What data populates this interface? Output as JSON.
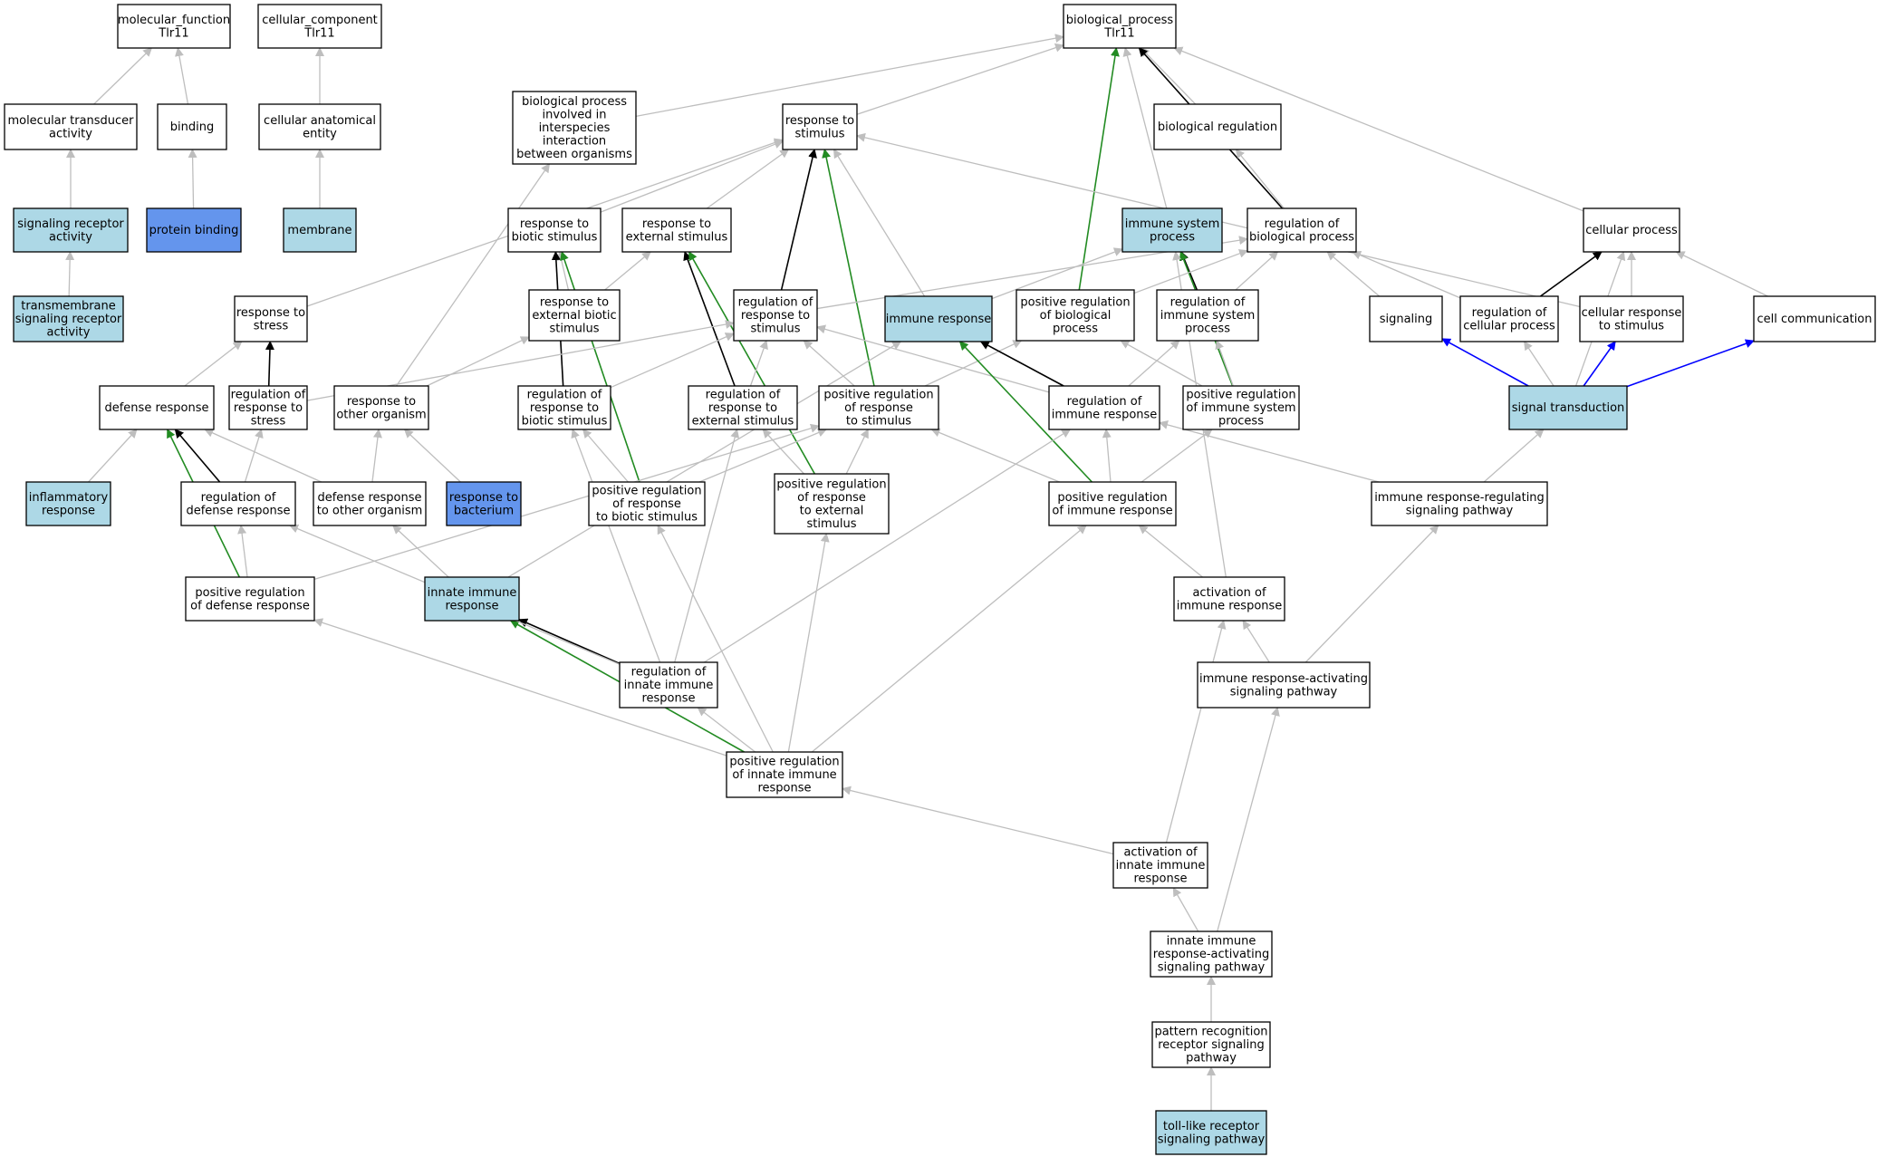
{
  "colors": {
    "default_fill": "#ffffff",
    "annotated_fill": "#add8e6",
    "highlight_fill": "#6495ed",
    "stroke": "#000000",
    "edge_is_a": "#bebebe",
    "edge_regulates": "#000000",
    "edge_positively_regulates": "#228b22",
    "edge_part_of": "#0000ff"
  },
  "nodes": [
    {
      "id": "mf",
      "lines": [
        "molecular_function",
        "Tlr11"
      ],
      "fill": "white"
    },
    {
      "id": "cc",
      "lines": [
        "cellular_component",
        "Tlr11"
      ],
      "fill": "white"
    },
    {
      "id": "bp",
      "lines": [
        "biological_process",
        "Tlr11"
      ],
      "fill": "white"
    },
    {
      "id": "mta",
      "lines": [
        "molecular transducer",
        "activity"
      ],
      "fill": "white"
    },
    {
      "id": "binding",
      "lines": [
        "binding"
      ],
      "fill": "white"
    },
    {
      "id": "cae",
      "lines": [
        "cellular anatomical",
        "entity"
      ],
      "fill": "white"
    },
    {
      "id": "bpinter",
      "lines": [
        "biological process",
        "involved in",
        "interspecies",
        "interaction",
        "between organisms"
      ],
      "fill": "white"
    },
    {
      "id": "rstim",
      "lines": [
        "response to",
        "stimulus"
      ],
      "fill": "white"
    },
    {
      "id": "bioreg",
      "lines": [
        "biological regulation"
      ],
      "fill": "white"
    },
    {
      "id": "sra",
      "lines": [
        "signaling receptor",
        "activity"
      ],
      "fill": "annotated"
    },
    {
      "id": "pb",
      "lines": [
        "protein binding"
      ],
      "fill": "highlight"
    },
    {
      "id": "membrane",
      "lines": [
        "membrane"
      ],
      "fill": "annotated"
    },
    {
      "id": "rbiotic",
      "lines": [
        "response to",
        "biotic stimulus"
      ],
      "fill": "white"
    },
    {
      "id": "rext",
      "lines": [
        "response to",
        "external stimulus"
      ],
      "fill": "white"
    },
    {
      "id": "isp",
      "lines": [
        "immune system",
        "process"
      ],
      "fill": "annotated"
    },
    {
      "id": "regbp",
      "lines": [
        "regulation of",
        "biological process"
      ],
      "fill": "white"
    },
    {
      "id": "cellproc",
      "lines": [
        "cellular process"
      ],
      "fill": "white"
    },
    {
      "id": "tsra",
      "lines": [
        "transmembrane",
        "signaling receptor",
        "activity"
      ],
      "fill": "annotated"
    },
    {
      "id": "rstress",
      "lines": [
        "response to",
        "stress"
      ],
      "fill": "white"
    },
    {
      "id": "rextbiotic",
      "lines": [
        "response to",
        "external biotic",
        "stimulus"
      ],
      "fill": "white"
    },
    {
      "id": "regrstim",
      "lines": [
        "regulation of",
        "response to",
        "stimulus"
      ],
      "fill": "white"
    },
    {
      "id": "ir",
      "lines": [
        "immune response"
      ],
      "fill": "annotated"
    },
    {
      "id": "posregbp",
      "lines": [
        "positive regulation",
        "of biological",
        "process"
      ],
      "fill": "white"
    },
    {
      "id": "regisp",
      "lines": [
        "regulation of",
        "immune system",
        "process"
      ],
      "fill": "white"
    },
    {
      "id": "signaling",
      "lines": [
        "signaling"
      ],
      "fill": "white"
    },
    {
      "id": "regcp",
      "lines": [
        "regulation of",
        "cellular process"
      ],
      "fill": "white"
    },
    {
      "id": "crs",
      "lines": [
        "cellular response",
        "to stimulus"
      ],
      "fill": "white"
    },
    {
      "id": "cellcomm",
      "lines": [
        "cell communication"
      ],
      "fill": "white"
    },
    {
      "id": "defresp",
      "lines": [
        "defense response"
      ],
      "fill": "white"
    },
    {
      "id": "regrstress",
      "lines": [
        "regulation of",
        "response to",
        "stress"
      ],
      "fill": "white"
    },
    {
      "id": "rother",
      "lines": [
        "response to",
        "other organism"
      ],
      "fill": "white"
    },
    {
      "id": "regrbiotic",
      "lines": [
        "regulation of",
        "response to",
        "biotic stimulus"
      ],
      "fill": "white"
    },
    {
      "id": "regrext",
      "lines": [
        "regulation of",
        "response to",
        "external stimulus"
      ],
      "fill": "white"
    },
    {
      "id": "posregrstim",
      "lines": [
        "positive regulation",
        "of response",
        "to stimulus"
      ],
      "fill": "white"
    },
    {
      "id": "regir",
      "lines": [
        "regulation of",
        "immune response"
      ],
      "fill": "white"
    },
    {
      "id": "posregisp",
      "lines": [
        "positive regulation",
        "of immune system",
        "process"
      ],
      "fill": "white"
    },
    {
      "id": "st",
      "lines": [
        "signal transduction"
      ],
      "fill": "annotated"
    },
    {
      "id": "inflam",
      "lines": [
        "inflammatory",
        "response"
      ],
      "fill": "annotated"
    },
    {
      "id": "regdef",
      "lines": [
        "regulation of",
        "defense response"
      ],
      "fill": "white"
    },
    {
      "id": "defother",
      "lines": [
        "defense response",
        "to other organism"
      ],
      "fill": "white"
    },
    {
      "id": "rbact",
      "lines": [
        "response to",
        "bacterium"
      ],
      "fill": "highlight"
    },
    {
      "id": "posregrbiotic",
      "lines": [
        "positive regulation",
        "of response",
        "to biotic stimulus"
      ],
      "fill": "white"
    },
    {
      "id": "posregrext",
      "lines": [
        "positive regulation",
        "of response",
        "to external",
        "stimulus"
      ],
      "fill": "white"
    },
    {
      "id": "posregir",
      "lines": [
        "positive regulation",
        "of immune response"
      ],
      "fill": "white"
    },
    {
      "id": "irrsp",
      "lines": [
        "immune response-regulating",
        "signaling pathway"
      ],
      "fill": "white"
    },
    {
      "id": "posregdef",
      "lines": [
        "positive regulation",
        "of defense response"
      ],
      "fill": "white"
    },
    {
      "id": "iir",
      "lines": [
        "innate immune",
        "response"
      ],
      "fill": "annotated"
    },
    {
      "id": "actir",
      "lines": [
        "activation of",
        "immune response"
      ],
      "fill": "white"
    },
    {
      "id": "regiir",
      "lines": [
        "regulation of",
        "innate immune",
        "response"
      ],
      "fill": "white"
    },
    {
      "id": "irasp",
      "lines": [
        "immune response-activating",
        "signaling pathway"
      ],
      "fill": "white"
    },
    {
      "id": "posregiir",
      "lines": [
        "positive regulation",
        "of innate immune",
        "response"
      ],
      "fill": "white"
    },
    {
      "id": "actiir",
      "lines": [
        "activation of",
        "innate immune",
        "response"
      ],
      "fill": "white"
    },
    {
      "id": "iirasp",
      "lines": [
        "innate immune",
        "response-activating",
        "signaling pathway"
      ],
      "fill": "white"
    },
    {
      "id": "prrsp",
      "lines": [
        "pattern recognition",
        "receptor signaling",
        "pathway"
      ],
      "fill": "white"
    },
    {
      "id": "tlrsp",
      "lines": [
        "toll-like receptor",
        "signaling pathway"
      ],
      "fill": "annotated"
    }
  ],
  "edges": [
    {
      "from": "mta",
      "to": "mf",
      "type": "is_a"
    },
    {
      "from": "binding",
      "to": "mf",
      "type": "is_a"
    },
    {
      "from": "sra",
      "to": "mta",
      "type": "is_a"
    },
    {
      "from": "pb",
      "to": "binding",
      "type": "is_a"
    },
    {
      "from": "tsra",
      "to": "sra",
      "type": "is_a"
    },
    {
      "from": "cae",
      "to": "cc",
      "type": "is_a"
    },
    {
      "from": "membrane",
      "to": "cae",
      "type": "is_a"
    },
    {
      "from": "bpinter",
      "to": "bp",
      "type": "is_a"
    },
    {
      "from": "rstim",
      "to": "bp",
      "type": "is_a"
    },
    {
      "from": "bioreg",
      "to": "bp",
      "type": "is_a"
    },
    {
      "from": "isp",
      "to": "bp",
      "type": "is_a"
    },
    {
      "from": "regbp",
      "to": "bp",
      "type": "regulates"
    },
    {
      "from": "cellproc",
      "to": "bp",
      "type": "is_a"
    },
    {
      "from": "posregbp",
      "to": "bp",
      "type": "positively_regulates"
    },
    {
      "from": "regbp",
      "to": "bioreg",
      "type": "is_a"
    },
    {
      "from": "rbiotic",
      "to": "rstim",
      "type": "is_a"
    },
    {
      "from": "rext",
      "to": "rstim",
      "type": "is_a"
    },
    {
      "from": "rstress",
      "to": "rstim",
      "type": "is_a"
    },
    {
      "from": "ir",
      "to": "rstim",
      "type": "is_a"
    },
    {
      "from": "crs",
      "to": "rstim",
      "type": "is_a"
    },
    {
      "from": "regrstim",
      "to": "rstim",
      "type": "regulates"
    },
    {
      "from": "posregrstim",
      "to": "rstim",
      "type": "positively_regulates"
    },
    {
      "from": "rextbiotic",
      "to": "rbiotic",
      "type": "is_a"
    },
    {
      "from": "rextbiotic",
      "to": "rext",
      "type": "is_a"
    },
    {
      "from": "rother",
      "to": "rextbiotic",
      "type": "is_a"
    },
    {
      "from": "rother",
      "to": "bpinter",
      "type": "is_a"
    },
    {
      "from": "regrbiotic",
      "to": "rbiotic",
      "type": "regulates"
    },
    {
      "from": "posregrbiotic",
      "to": "rbiotic",
      "type": "positively_regulates"
    },
    {
      "from": "regrext",
      "to": "rext",
      "type": "regulates"
    },
    {
      "from": "posregrext",
      "to": "rext",
      "type": "positively_regulates"
    },
    {
      "from": "ir",
      "to": "isp",
      "type": "is_a"
    },
    {
      "from": "regisp",
      "to": "isp",
      "type": "regulates"
    },
    {
      "from": "posregisp",
      "to": "isp",
      "type": "positively_regulates"
    },
    {
      "from": "regrstim",
      "to": "regbp",
      "type": "is_a"
    },
    {
      "from": "posregbp",
      "to": "regbp",
      "type": "is_a"
    },
    {
      "from": "regisp",
      "to": "regbp",
      "type": "is_a"
    },
    {
      "from": "signaling",
      "to": "regbp",
      "type": "is_a"
    },
    {
      "from": "regcp",
      "to": "regbp",
      "type": "is_a"
    },
    {
      "from": "actir",
      "to": "isp",
      "type": "is_a"
    },
    {
      "from": "regcp",
      "to": "cellproc",
      "type": "regulates"
    },
    {
      "from": "crs",
      "to": "cellproc",
      "type": "is_a"
    },
    {
      "from": "cellcomm",
      "to": "cellproc",
      "type": "is_a"
    },
    {
      "from": "st",
      "to": "cellproc",
      "type": "is_a"
    },
    {
      "from": "st",
      "to": "signaling",
      "type": "part_of"
    },
    {
      "from": "st",
      "to": "regcp",
      "type": "is_a"
    },
    {
      "from": "st",
      "to": "crs",
      "type": "part_of"
    },
    {
      "from": "st",
      "to": "cellcomm",
      "type": "part_of"
    },
    {
      "from": "defresp",
      "to": "rstress",
      "type": "is_a"
    },
    {
      "from": "regrstress",
      "to": "rstress",
      "type": "regulates"
    },
    {
      "from": "regrstress",
      "to": "regrstim",
      "type": "is_a"
    },
    {
      "from": "inflam",
      "to": "defresp",
      "type": "is_a"
    },
    {
      "from": "regdef",
      "to": "defresp",
      "type": "regulates"
    },
    {
      "from": "defother",
      "to": "defresp",
      "type": "is_a"
    },
    {
      "from": "posregdef",
      "to": "defresp",
      "type": "positively_regulates"
    },
    {
      "from": "regdef",
      "to": "regrstress",
      "type": "is_a"
    },
    {
      "from": "defother",
      "to": "rother",
      "type": "is_a"
    },
    {
      "from": "rbact",
      "to": "rother",
      "type": "is_a"
    },
    {
      "from": "iir",
      "to": "defother",
      "type": "is_a"
    },
    {
      "from": "regrbiotic",
      "to": "regrstim",
      "type": "is_a"
    },
    {
      "from": "regrext",
      "to": "regrstim",
      "type": "is_a"
    },
    {
      "from": "posregrstim",
      "to": "regrstim",
      "type": "is_a"
    },
    {
      "from": "regir",
      "to": "regrstim",
      "type": "is_a"
    },
    {
      "from": "posregrstim",
      "to": "posregbp",
      "type": "is_a"
    },
    {
      "from": "regir",
      "to": "ir",
      "type": "regulates"
    },
    {
      "from": "posregir",
      "to": "ir",
      "type": "positively_regulates"
    },
    {
      "from": "regir",
      "to": "regisp",
      "type": "is_a"
    },
    {
      "from": "posregisp",
      "to": "regisp",
      "type": "is_a"
    },
    {
      "from": "posregisp",
      "to": "posregbp",
      "type": "is_a"
    },
    {
      "from": "posregrbiotic",
      "to": "regrbiotic",
      "type": "is_a"
    },
    {
      "from": "posregrbiotic",
      "to": "posregrstim",
      "type": "is_a"
    },
    {
      "from": "posregrext",
      "to": "regrext",
      "type": "is_a"
    },
    {
      "from": "posregrext",
      "to": "posregrstim",
      "type": "is_a"
    },
    {
      "from": "posregir",
      "to": "regir",
      "type": "is_a"
    },
    {
      "from": "posregir",
      "to": "posregrstim",
      "type": "is_a"
    },
    {
      "from": "posregir",
      "to": "posregisp",
      "type": "is_a"
    },
    {
      "from": "irrsp",
      "to": "regir",
      "type": "is_a"
    },
    {
      "from": "irrsp",
      "to": "st",
      "type": "is_a"
    },
    {
      "from": "posregdef",
      "to": "regdef",
      "type": "is_a"
    },
    {
      "from": "posregdef",
      "to": "posregrstim",
      "type": "is_a"
    },
    {
      "from": "iir",
      "to": "ir",
      "type": "is_a"
    },
    {
      "from": "regiir",
      "to": "iir",
      "type": "regulates"
    },
    {
      "from": "posregiir",
      "to": "iir",
      "type": "positively_regulates"
    },
    {
      "from": "regiir",
      "to": "regdef",
      "type": "is_a"
    },
    {
      "from": "regiir",
      "to": "regir",
      "type": "is_a"
    },
    {
      "from": "regiir",
      "to": "regrbiotic",
      "type": "is_a"
    },
    {
      "from": "regiir",
      "to": "regrext",
      "type": "is_a"
    },
    {
      "from": "actir",
      "to": "posregir",
      "type": "is_a"
    },
    {
      "from": "irasp",
      "to": "actir",
      "type": "is_a"
    },
    {
      "from": "irasp",
      "to": "irrsp",
      "type": "is_a"
    },
    {
      "from": "posregiir",
      "to": "regiir",
      "type": "is_a"
    },
    {
      "from": "posregiir",
      "to": "posregdef",
      "type": "is_a"
    },
    {
      "from": "posregiir",
      "to": "posregir",
      "type": "is_a"
    },
    {
      "from": "posregiir",
      "to": "posregrbiotic",
      "type": "is_a"
    },
    {
      "from": "posregiir",
      "to": "posregrext",
      "type": "is_a"
    },
    {
      "from": "actiir",
      "to": "posregiir",
      "type": "is_a"
    },
    {
      "from": "actiir",
      "to": "actir",
      "type": "is_a"
    },
    {
      "from": "iirasp",
      "to": "actiir",
      "type": "is_a"
    },
    {
      "from": "iirasp",
      "to": "irasp",
      "type": "is_a"
    },
    {
      "from": "prrsp",
      "to": "iirasp",
      "type": "is_a"
    },
    {
      "from": "tlrsp",
      "to": "prrsp",
      "type": "is_a"
    }
  ]
}
